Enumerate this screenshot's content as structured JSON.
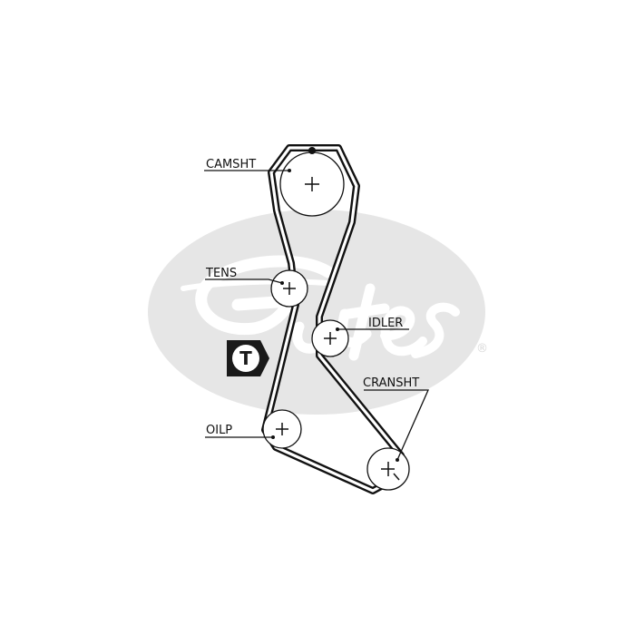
{
  "labels": {
    "camshaft": "CAMSHT",
    "tensioner": "TENS",
    "idler": "IDLER",
    "crankshaft": "CRANSHT",
    "oil_pump": "OILP"
  },
  "tensioner_marker": "T",
  "registered_mark": "®",
  "icons": {
    "logo": "gates-logo-icon",
    "tensioner_marker": "tensioner-marker-icon"
  },
  "colors": {
    "logo": "#e6e6e6",
    "lines": "#111111",
    "background": "#ffffff"
  }
}
